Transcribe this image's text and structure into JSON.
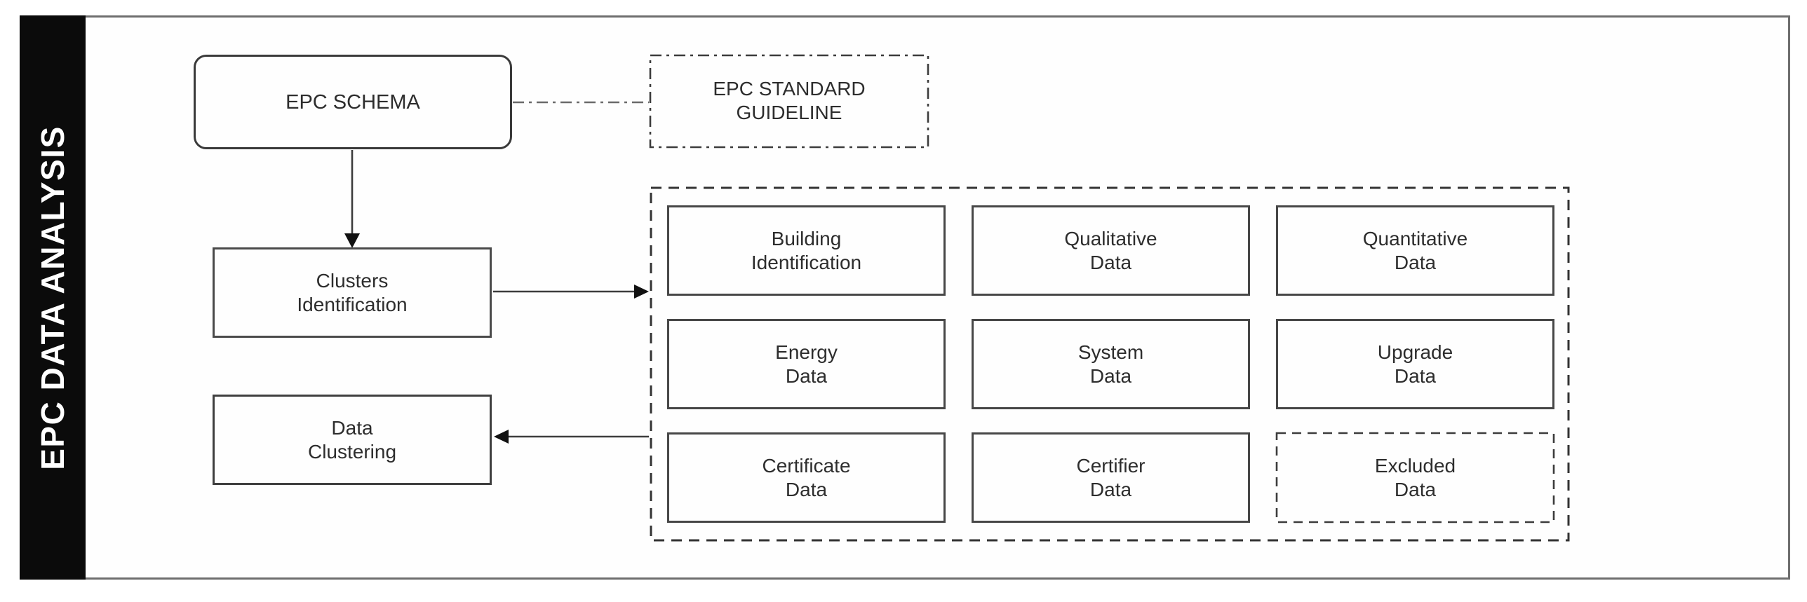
{
  "sidebar": {
    "title": "EPC DATA ANALYSIS"
  },
  "nodes": {
    "epc_schema": {
      "label": "EPC SCHEMA"
    },
    "epc_standard_guideline": {
      "line1": "EPC STANDARD",
      "line2": "GUIDELINE"
    },
    "clusters_identification": {
      "line1": "Clusters",
      "line2": "Identification"
    },
    "data_clustering": {
      "line1": "Data",
      "line2": "Clustering"
    }
  },
  "clusters": {
    "items": [
      {
        "line1": "Building",
        "line2": "Identification",
        "border": "solid"
      },
      {
        "line1": "Qualitative",
        "line2": "Data",
        "border": "solid"
      },
      {
        "line1": "Quantitative",
        "line2": "Data",
        "border": "solid"
      },
      {
        "line1": "Energy",
        "line2": "Data",
        "border": "solid"
      },
      {
        "line1": "System",
        "line2": "Data",
        "border": "solid"
      },
      {
        "line1": "Upgrade",
        "line2": "Data",
        "border": "solid"
      },
      {
        "line1": "Certificate",
        "line2": "Data",
        "border": "solid"
      },
      {
        "line1": "Certifier",
        "line2": "Data",
        "border": "solid"
      },
      {
        "line1": "Excluded",
        "line2": "Data",
        "border": "dashed"
      }
    ]
  },
  "connectors": {
    "schema_to_clusters": "arrow-down",
    "clusters_to_grid": "arrow-right",
    "grid_to_data_clustering": "arrow-left",
    "schema_to_guideline": "dash-dot-line"
  },
  "colors": {
    "background": "#ffffff",
    "frame_border": "#6e6e6e",
    "sidebar_bg": "#0b0b0b",
    "sidebar_text": "#ffffff",
    "box_border": "#474747",
    "text": "#2d2d2d",
    "arrow": "#1a1a1a",
    "dash_dot_line": "#6a6a6a"
  }
}
